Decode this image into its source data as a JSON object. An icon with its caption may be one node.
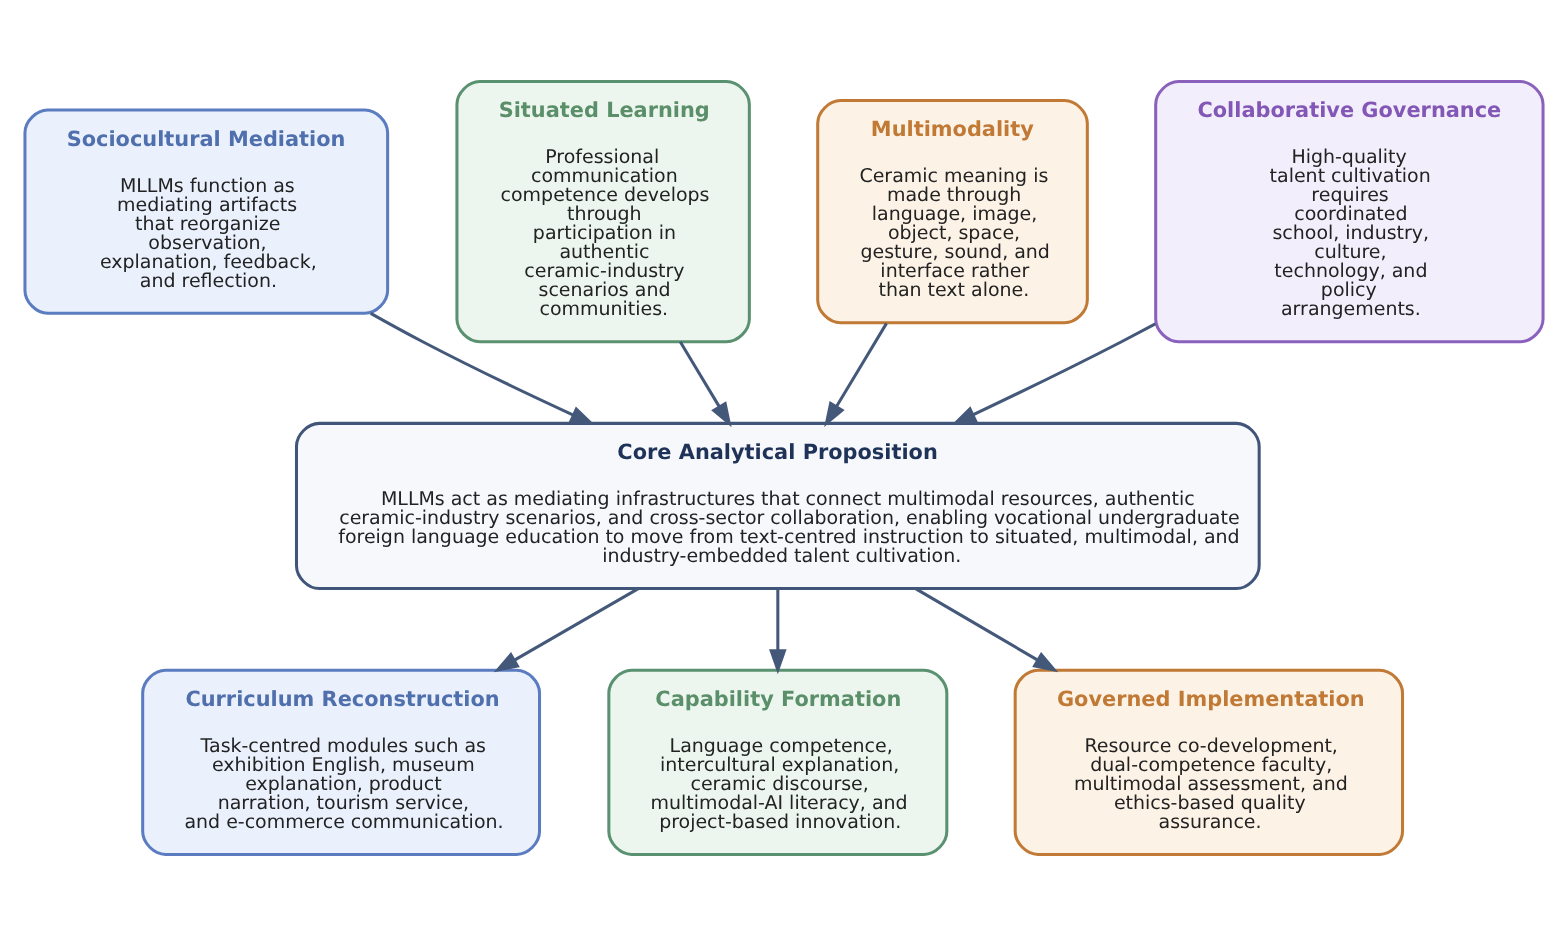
{
  "diagram": {
    "nodes": [
      {
        "text": [
          "Sociocultural Mediation",
          "MLLMs function as mediating artifacts that reorganize observation, explanation, feedback, and reflection."
        ]
      },
      {
        "text": [
          "Situated Learning",
          "Professional communication competence develops through participation in authentic ceramic-industry scenarios and communities."
        ]
      },
      {
        "text": [
          "Multimodality",
          "Ceramic meaning is made through language, image, object, space, gesture, sound, and interface rather than text alone."
        ]
      },
      {
        "text": [
          "Collaborative Governance",
          "High-quality talent cultivation requires coordinated school, industry, culture, technology, and policy arrangements."
        ]
      },
      {
        "text": [
          "Core Analytical Proposition",
          "MLLMs act as mediating infrastructures that connect multimodal resources, authentic ceramic-industry scenarios, and cross-sector collaboration, enabling vocational undergraduate foreign language education to move from text-centred instruction to situated, multimodal, and industry-embedded talent cultivation."
        ]
      },
      {
        "text": [
          "Curriculum Reconstruction",
          "Task-centred modules such as exhibition English, museum explanation, product narration, tourism service, and e-commerce communication."
        ]
      },
      {
        "text": [
          "Capability Formation",
          "Language competence, intercultural explanation, ceramic discourse, multimodal-AI literacy, and project-based innovation."
        ]
      },
      {
        "text": [
          "Governed Implementation",
          "Resource co-development, dual-competence faculty, multimodal assessment, and ethics-based quality assurance."
        ]
      }
    ],
    "edges": [
      {
        "from": 0,
        "to": 4,
        "arrow": "to"
      },
      {
        "from": 1,
        "to": 4,
        "arrow": "to"
      },
      {
        "from": 2,
        "to": 4,
        "arrow": "to"
      },
      {
        "from": 3,
        "to": 4,
        "arrow": "to"
      },
      {
        "from": 4,
        "to": 5,
        "arrow": "to"
      },
      {
        "from": 4,
        "to": 6,
        "arrow": "to"
      },
      {
        "from": 4,
        "to": 7,
        "arrow": "to"
      }
    ]
  }
}
